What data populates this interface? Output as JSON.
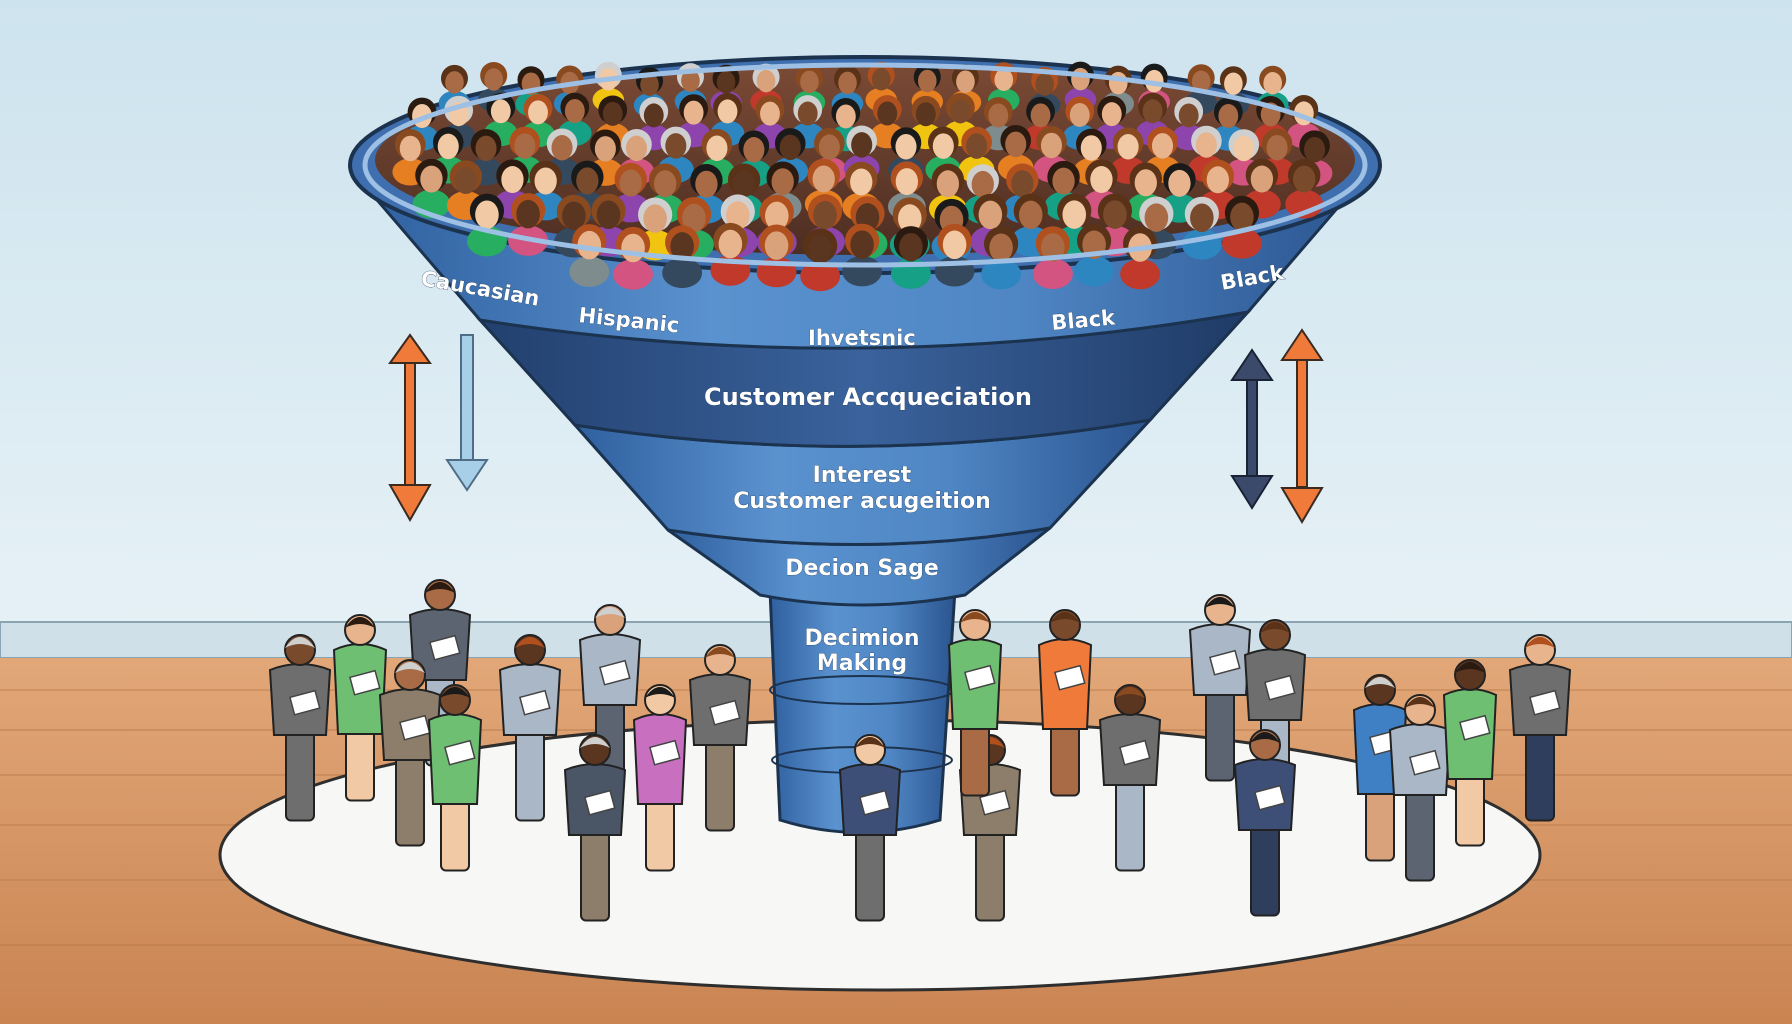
{
  "rim_labels": {
    "caucasian": "Caucasian",
    "hispanic": "Hispanic",
    "middle": "Ihvetsnic",
    "black_center": "Black",
    "black_right": "Black"
  },
  "stages": {
    "acquisition": "Customer Accqueciation",
    "interest_line1": "Interest",
    "interest_line2": "Customer acugeition",
    "decision_stage": "Decion Sage",
    "decision_making_line1": "Decimion",
    "decision_making_line2": "Making"
  },
  "icons": {
    "left_arrows": [
      "double-arrow-orange-icon",
      "down-arrow-light-blue-icon"
    ],
    "right_arrows": [
      "double-arrow-navy-icon",
      "double-arrow-orange-icon"
    ]
  },
  "colors": {
    "sky_top": "#cfe4ee",
    "sky_bottom": "#e3f0f5",
    "funnel_blue": "#4a80bf",
    "funnel_dark": "#2b4f86",
    "floor": "#d99a66",
    "arrow_orange": "#ef7a3a",
    "arrow_navy": "#3b4a6b",
    "arrow_light": "#a8cfe8"
  }
}
